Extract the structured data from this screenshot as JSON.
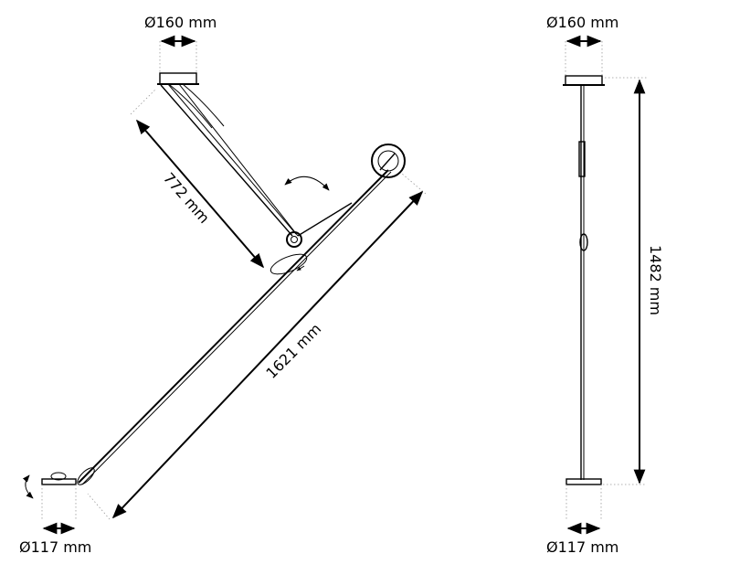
{
  "left_view": {
    "top_diameter": "Ø160 mm",
    "arm_length": "772 mm",
    "boom_length": "1621 mm",
    "base_diameter": "Ø117 mm"
  },
  "right_view": {
    "top_diameter": "Ø160 mm",
    "height": "1482 mm",
    "base_diameter": "Ø117 mm"
  }
}
